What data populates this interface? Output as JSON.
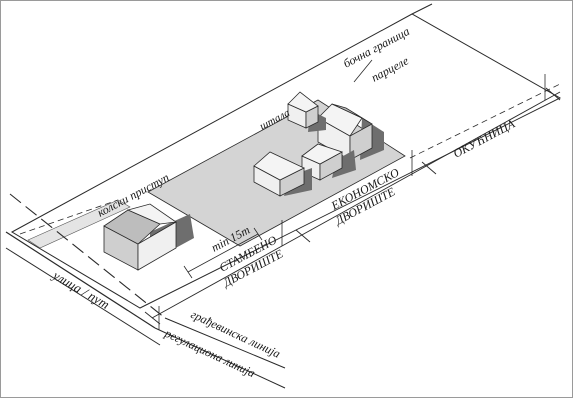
{
  "labels": {
    "side_boundary_line1": "бочна граница",
    "side_boundary_line2": "парцеле",
    "stable": "штала",
    "vehicle_access": "колски приступ",
    "min_distance": "min 15m",
    "residential_line1": "СТАМБЕНО",
    "residential_line2": "ДВОРИШТЕ",
    "economic_line1": "ЕКОНОМСКО",
    "economic_line2": "ДВОРИШТЕ",
    "orchard": "ОКУЋНИЦА",
    "street": "улица / пут",
    "building_line": "грађевинска линија",
    "regulation_line": "регулациона линија"
  },
  "colors": {
    "economic_zone": "#d4d4d4",
    "house_front": "#cfcfcf",
    "house_side": "#f0f0f0",
    "roof_light": "#f4f4f4",
    "roof_dark": "#bdbdbd",
    "shadow": "#6e6e6e",
    "line": "#2a2a2a"
  }
}
